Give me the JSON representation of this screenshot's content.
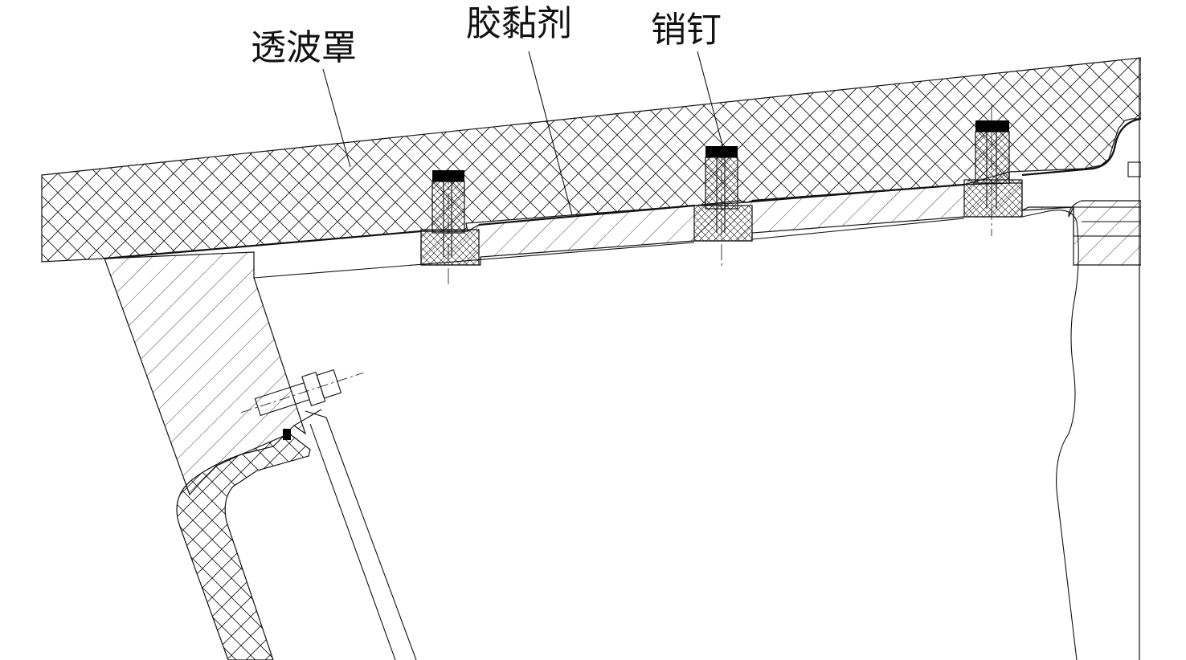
{
  "labels": {
    "radome": "透波罩",
    "adhesive": "胶黏剂",
    "pin": "销钉"
  },
  "colors": {
    "line": "#111111",
    "background": "#ffffff",
    "cap": "#000000"
  }
}
